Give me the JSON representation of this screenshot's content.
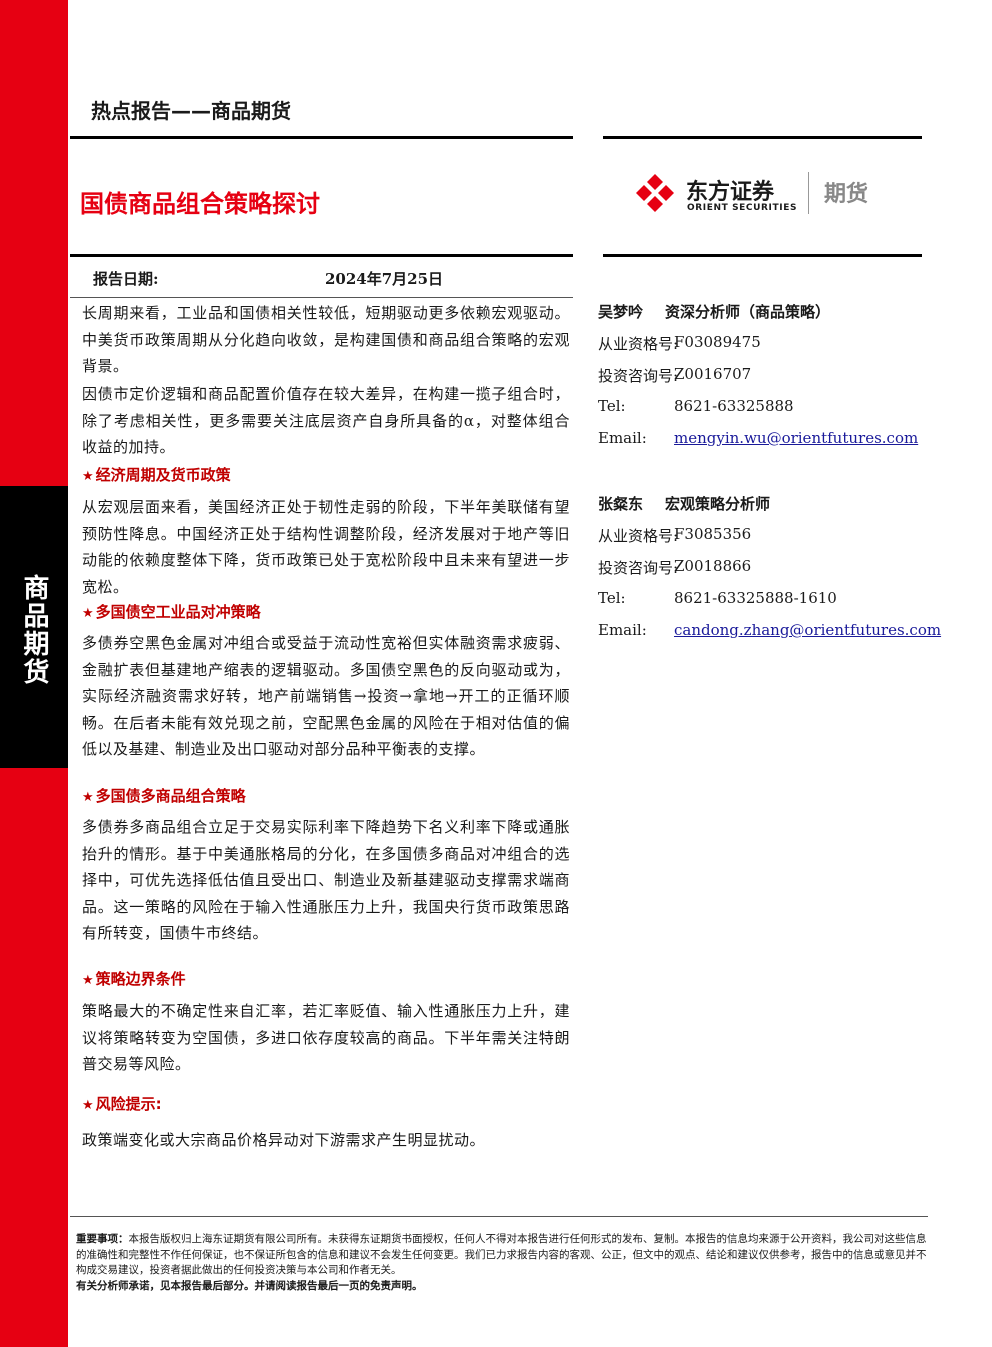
{
  "sidebar": {
    "label": "商品期货"
  },
  "header": {
    "report_type": "热点报告——商品期货",
    "title": "国债商品组合策略探讨",
    "date_label": "报告日期:",
    "date_value": "2024年7月25日"
  },
  "brand": {
    "name_cn": "东方证券",
    "name_en": "ORIENT SECURITIES",
    "division": "期货",
    "red": "#e60012"
  },
  "main": {
    "p1": "长周期来看，工业品和国债相关性较低，短期驱动更多依赖宏观驱动。中美货币政策周期从分化趋向收敛，是构建国债和商品组合策略的宏观背景。",
    "p2": "因债市定价逻辑和商品配置价值存在较大差异，在构建一揽子组合时，除了考虑相关性，更多需要关注底层资产自身所具备的α，对整体组合收益的加持。",
    "s1_title": "经济周期及货币政策",
    "s1_body": "从宏观层面来看，美国经济正处于韧性走弱的阶段，下半年美联储有望预防性降息。中国经济正处于结构性调整阶段，经济发展对于地产等旧动能的依赖度整体下降，货币政策已处于宽松阶段中且未来有望进一步宽松。",
    "s2_title": "多国债空工业品对冲策略",
    "s2_body": "多债券空黑色金属对冲组合或受益于流动性宽裕但实体融资需求疲弱、金融扩表但基建地产缩表的逻辑驱动。多国债空黑色的反向驱动或为，实际经济融资需求好转，地产前端销售→投资→拿地→开工的正循环顺畅。在后者未能有效兑现之前，空配黑色金属的风险在于相对估值的偏低以及基建、制造业及出口驱动对部分品种平衡表的支撑。",
    "s3_title": "多国债多商品组合策略",
    "s3_body": "多债券多商品组合立足于交易实际利率下降趋势下名义利率下降或通胀抬升的情形。基于中美通胀格局的分化，在多国债多商品对冲组合的选择中，可优先选择低估值且受出口、制造业及新基建驱动支撑需求端商品。这一策略的风险在于输入性通胀压力上升，我国央行货币政策思路有所转变，国债牛市终结。",
    "s4_title": "策略边界条件",
    "s4_body": "策略最大的不确定性来自汇率，若汇率贬值、输入性通胀压力上升，建议将策略转变为空国债，多进口依存度较高的商品。下半年需关注特朗普交易等风险。",
    "s5_title": "风险提示:",
    "s5_body": "政策端变化或大宗商品价格异动对下游需求产生明显扰动。"
  },
  "analysts": [
    {
      "name": "吴梦吟",
      "title": "资深分析师（商品策略）",
      "qual_label": "从业资格号:",
      "qual_value": "F03089475",
      "consult_label": "投资咨询号:",
      "consult_value": "Z0016707",
      "tel_label": "Tel:",
      "tel_value": "8621-63325888",
      "email_label": "Email:",
      "email_value": "mengyin.wu@orientfutures.com"
    },
    {
      "name": "张粲东",
      "title": "宏观策略分析师",
      "qual_label": "从业资格号:",
      "qual_value": "F3085356",
      "consult_label": "投资咨询号:",
      "consult_value": "Z0018866",
      "tel_label": "Tel:",
      "tel_value": "8621-63325888-1610",
      "email_label": "Email:",
      "email_value": "candong.zhang@orientfutures.com"
    }
  ],
  "disclaimer": {
    "lead": "重要事项：",
    "body": "本报告版权归上海东证期货有限公司所有。未获得东证期货书面授权，任何人不得对本报告进行任何形式的发布、复制。本报告的信息均来源于公开资料，我公司对这些信息的准确性和完整性不作任何保证，也不保证所包含的信息和建议不会发生任何变更。我们已力求报告内容的客观、公正，但文中的观点、结论和建议仅供参考，报告中的信息或意见并不构成交易建议，投资者据此做出的任何投资决策与本公司和作者无关。",
    "closing": "有关分析师承诺，见本报告最后部分。并请阅读报告最后一页的免责声明。"
  }
}
